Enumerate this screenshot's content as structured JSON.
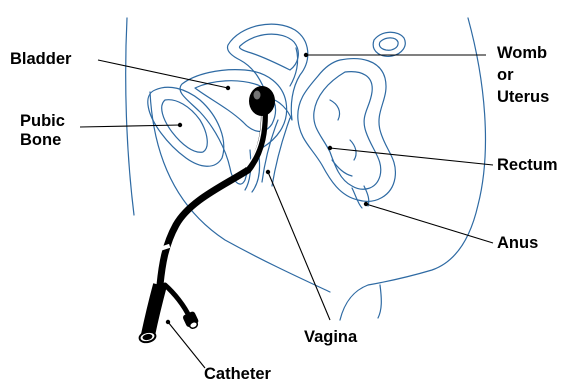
{
  "labels": {
    "bladder": "Bladder",
    "pubic_bone": [
      "Pubic",
      "Bone"
    ],
    "womb": [
      "Womb",
      "or",
      "Uterus"
    ],
    "rectum": "Rectum",
    "anus": "Anus",
    "vagina": "Vagina",
    "catheter": "Catheter"
  },
  "colors": {
    "anatomy_outline": "#2e6aa3",
    "leader_line": "#000000",
    "catheter": "#000000",
    "background": "#ffffff"
  }
}
